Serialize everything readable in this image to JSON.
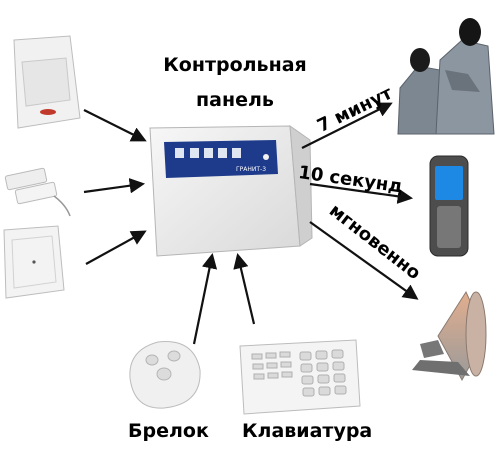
{
  "center": {
    "title_line1": "Контрольная",
    "title_line2": "панель",
    "device_label": "ГРАНИТ-3"
  },
  "inputs": {
    "keyfob_label": "Брелок",
    "keypad_label": "Клавиатура"
  },
  "outputs": {
    "guards_delay": "7 минут",
    "phone_delay": "10 секунд",
    "siren_delay": "мгновенно"
  },
  "colors": {
    "panel": "#ededed",
    "panel_strip": "#1e3a8a",
    "arrow": "#111111"
  }
}
